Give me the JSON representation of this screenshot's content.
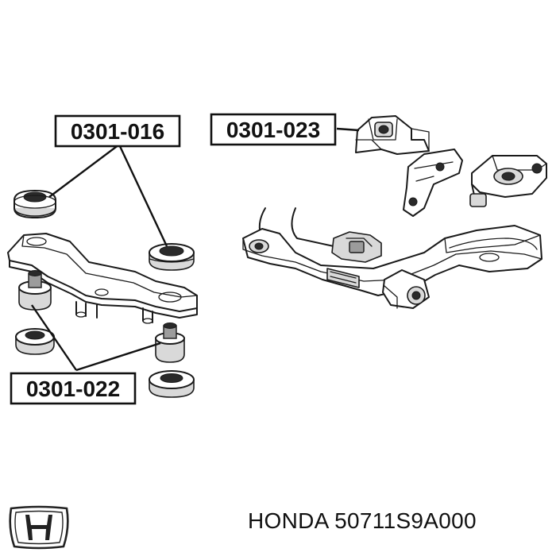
{
  "labels": {
    "part_016": "0301-016",
    "part_023": "0301-023",
    "part_022": "0301-022"
  },
  "caption": {
    "brand": "HONDA",
    "part_number": "50711S9A000"
  },
  "icons": {
    "brand_logo": "honda-logo-icon"
  }
}
